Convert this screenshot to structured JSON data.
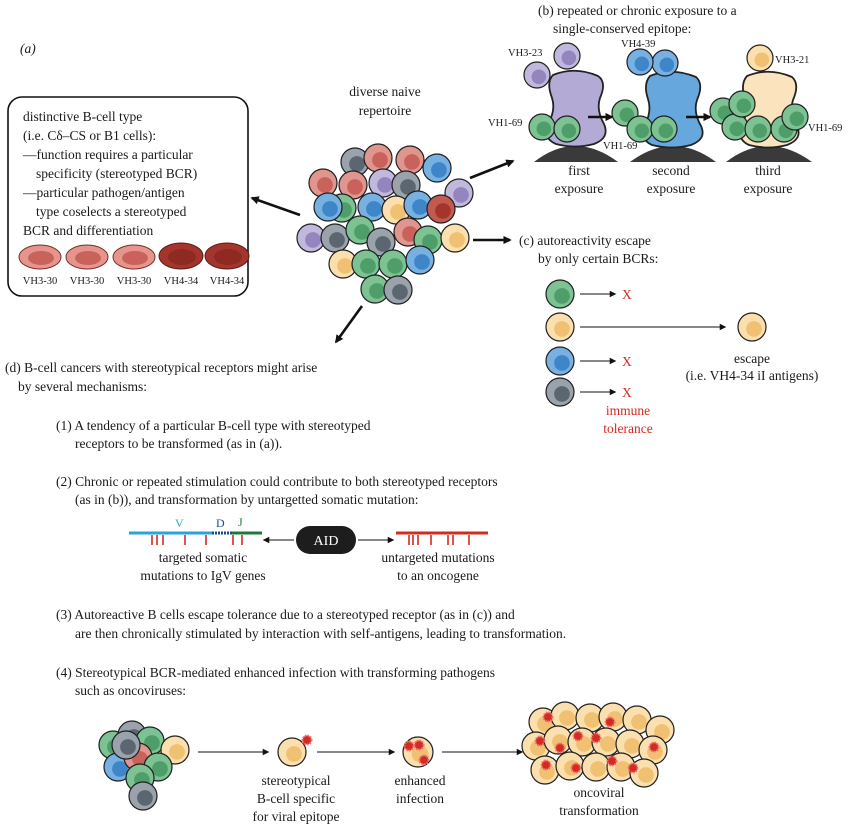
{
  "colors": {
    "green": "#4f9e6a",
    "red": "#c9625a",
    "blue": "#3f86c8",
    "purple": "#9585bf",
    "gray": "#5b6670",
    "yellow": "#f2cf8d",
    "darkred": "#a3352c",
    "accent_red": "#d42a20",
    "ig_blue": "#2aa3d8",
    "ig_green": "#1c7a3a"
  },
  "center": {
    "line1": "diverse naive",
    "line2": "repertoire"
  },
  "panel_a": {
    "label": "(a)",
    "lines": [
      "distinctive B-cell type",
      "(i.e. Cδ–CS or B1 cells):",
      "—function requires a particular",
      "specificity (stereotyped BCR)",
      "—particular pathogen/antigen",
      "type coselects a stereotyped",
      "BCR and differentiation"
    ],
    "cells": [
      "VH3-30",
      "VH3-30",
      "VH3-30",
      "VH4-34",
      "VH4-34"
    ]
  },
  "panel_b": {
    "title1": "(b)  repeated or chronic exposure to a",
    "title2": "single-conserved epitope:",
    "gene_labels": [
      "VH3-23",
      "VH1-69",
      "VH4-39",
      "VH1-69",
      "VH3-21",
      "VH1-69"
    ],
    "exposures": [
      {
        "line1": "first",
        "line2": "exposure"
      },
      {
        "line1": "second",
        "line2": "exposure"
      },
      {
        "line1": "third",
        "line2": "exposure"
      }
    ]
  },
  "panel_c": {
    "title1": "(c)  autoreactivity escape",
    "title2": "by only certain BCRs:",
    "x_mark": "X",
    "escape1": "escape",
    "escape2": "(i.e. VH4-34 iI antigens)",
    "tolerance1": "immune",
    "tolerance2": "tolerance"
  },
  "panel_d": {
    "title1": "(d)  B-cell cancers with stereotypical receptors might arise",
    "title2": "by several mechanisms:",
    "m1": {
      "line1": "(1) A tendency of a particular B-cell type with stereotyped",
      "line2": "receptors to be transformed (as in (a))."
    },
    "m2": {
      "line1": "(2) Chronic or repeated stimulation could contribute to both stereotyped receptors",
      "line2": "(as in (b)), and transformation by untargetted somatic mutation:"
    },
    "gene": {
      "v": "V",
      "d": "D",
      "j": "J",
      "aid": "AID",
      "targeted1": "targeted somatic",
      "targeted2": "mutations to IgV genes",
      "untargeted1": "untargeted mutations",
      "untargeted2": "to an oncogene"
    },
    "m3": {
      "line1": "(3) Autoreactive B cells escape tolerance due to a stereotyped receptor (as in (c)) and",
      "line2": "are then chronically stimulated by interaction with self-antigens, leading to transformation."
    },
    "m4": {
      "line1": "(4) Stereotypical BCR-mediated enhanced infection with transforming pathogens",
      "line2": "such as oncoviruses:"
    },
    "bottom": {
      "step1": [
        "stereotypical",
        "B-cell specific",
        "for viral epitope"
      ],
      "step2": [
        "enhanced",
        "infection"
      ],
      "step3": [
        "oncoviral",
        "transformation"
      ]
    }
  }
}
